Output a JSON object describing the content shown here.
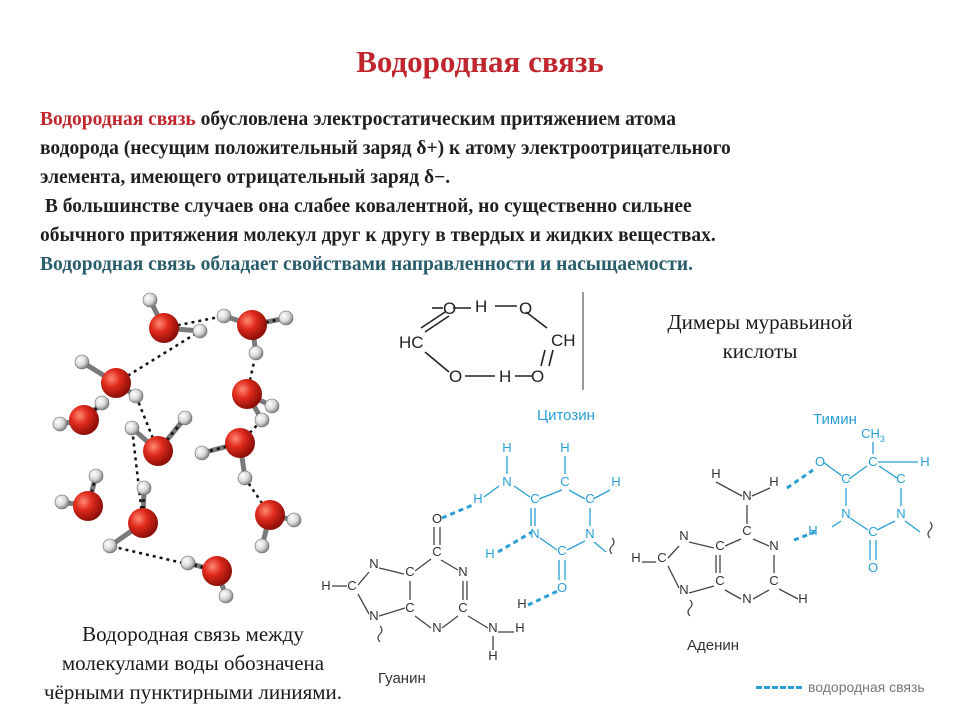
{
  "title": "Водородная связь",
  "intro": {
    "lead_term": "Водородная связь",
    "line1_rest": " обусловлена электростатическим притяжением атома",
    "line2": "водорода (несущим положительный заряд δ+) к атому электроотрицательного",
    "line3": "элемента, имеющего отрицательный заряд δ−.",
    "line4": " В большинстве случаев она слабее ковалентной, но существенно сильнее",
    "line5": "обычного притяжения молекул друг к другу в твердых и жидких веществах.",
    "line6": "Водородная связь обладает свойствами направленности и насыщаемости."
  },
  "water": {
    "caption_1": "Водородная связь между",
    "caption_2": "молекулами воды обозначена",
    "caption_3": "чёрными пунктирными линиями."
  },
  "formic": {
    "caption_1": "Димеры муравьиной",
    "caption_2": "кислоты",
    "atoms": {
      "o": "O",
      "h": "H",
      "hc": "HC",
      "ch": "CH"
    }
  },
  "bases": {
    "cytosine": "Цитозин",
    "thymine": "Тимин",
    "guanine": "Гуанин",
    "adenine": "Аденин",
    "ch3": "CH",
    "ch3_sub": "3",
    "atoms": {
      "h": "H",
      "n": "N",
      "c": "C",
      "o": "O"
    }
  },
  "legend": {
    "label": "водородная связь"
  },
  "colors": {
    "accent_red": "#c0262d",
    "teal": "#2a5d6c",
    "hbond_blue": "#2a9fd6",
    "oxygen": "#d9281e"
  }
}
